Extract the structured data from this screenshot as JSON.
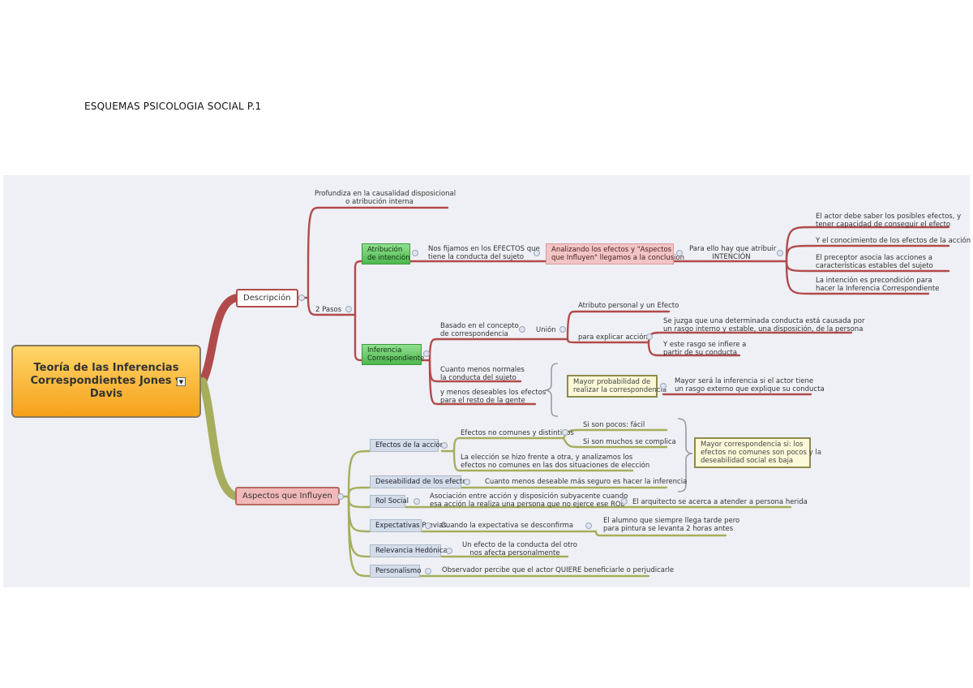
{
  "doc_title": "ESQUEMAS PSICOLOGIA SOCIAL P.1",
  "main_topic": "Teoría de las Inferencias Correspondientes Jones y Davis",
  "main_marker": "▼",
  "descripcion": {
    "label": "Descripción",
    "profundiza": [
      "Profundiza en la causalidad disposicional",
      "o atribución interna"
    ],
    "pasos": "2 Pasos",
    "atribucion_box": [
      "Atribución",
      "de intención"
    ],
    "nos_fijamos": [
      "Nos fijamos en los EFECTOS que",
      "tiene la conducta del sujeto"
    ],
    "analizando_box": [
      "Analizando los efectos y \"Aspectos",
      "que Influyen\" llegamos a la conclusión"
    ],
    "para_ello": [
      "Para ello hay que atribuir",
      "INTENCIÓN"
    ],
    "conditions": [
      [
        "El actor debe saber los posibles efectos, y",
        "tener capacidad de conseguir el efecto"
      ],
      [
        "Y el conocimiento de los efectos de la acción"
      ],
      [
        "El preceptor asocia las acciones a",
        "características estables del sujeto"
      ],
      [
        "La intención es precondición para",
        "hacer la Inferencia Correspondiente"
      ]
    ],
    "inferencia_box": [
      "Inferencia",
      "Correspondiente"
    ],
    "basado": [
      "Basado en el concepto",
      "de correspondencia"
    ],
    "union": "Unión",
    "atributo": "Atributo personal y un Efecto",
    "para_explicar": "para explicar acción",
    "se_juzga": [
      "Se juzga que una determinada conducta está causada por",
      "un rasgo interno y estable, una disposición, de la persona"
    ],
    "y_este": [
      "Y este rasgo se infiere a",
      "partir de su conducta"
    ],
    "cuanto_normales": [
      "Cuanto menos normales",
      "la conducta del sujeto"
    ],
    "y_menos": [
      "y menos deseables los efectos",
      "para el resto de la gente"
    ],
    "mayor_prob_box": [
      "Mayor probabilidad de",
      "realizar la correspondencia"
    ],
    "mayor_inferencia": [
      "Mayor será la inferencia si el actor tiene",
      "un rasgo externo que explique su conducta"
    ]
  },
  "aspectos": {
    "label": "Aspectos que Influyen",
    "efectos_label": "Efectos de la acción",
    "efectos_no_comunes": "Efectos no comunes y distintivos",
    "si_pocos": "Si son pocos: fácil",
    "si_muchos": "Si son muchos se complica",
    "la_eleccion": [
      "La elección se hizo frente a otra, y analizamos los",
      "efectos no comunes en las dos situaciones de elección"
    ],
    "mayor_corr_box": [
      "Mayor correspondencia si: los",
      "efectos no comunes son pocos y la",
      "deseabilidad social es baja"
    ],
    "deseabilidad_label": "Deseabilidad de los efectos",
    "deseabilidad_text": "Cuanto menos deseable más seguro es hacer la inferencia",
    "rol_label": "Rol Social",
    "rol_text": [
      "Asociación entre acción y disposición subyacente cuando",
      "esa acción la realiza una persona que no ejerce ese ROL"
    ],
    "rol_example": "El arquitecto se acerca a atender a persona herida",
    "expect_label": "Expectativas Previas",
    "expect_text": "Cuando la expectativa se desconfirma",
    "expect_example": [
      "El alumno que siempre llega tarde pero",
      "para pintura se levanta 2 horas antes"
    ],
    "relev_label": "Relevancia Hedónica",
    "relev_text": [
      "Un efecto de la conducta del otro",
      "nos afecta personalmente"
    ],
    "person_label": "Personalismo",
    "person_text": "Observador percibe que el actor QUIERE beneficiarle o perjudicarle"
  },
  "colors": {
    "descripcion_links": "#b14b4b",
    "aspectos_links": "#a6ad5c",
    "canvas": "#eef0f5"
  }
}
